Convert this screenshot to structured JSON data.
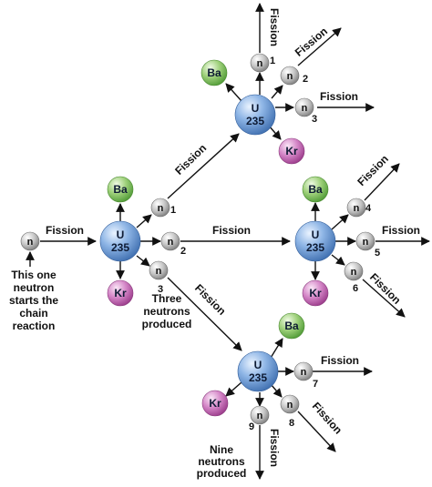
{
  "labels": {
    "neutron": "n",
    "uranium_top": "U",
    "uranium_bottom": "235",
    "barium": "Ba",
    "krypton": "Kr",
    "fission": "Fission"
  },
  "neutron_numbers": [
    "1",
    "2",
    "3",
    "4",
    "5",
    "6",
    "7",
    "8",
    "9"
  ],
  "top_neutron_numbers": [
    "1",
    "2",
    "3"
  ],
  "annotations": {
    "start": [
      "This one",
      "neutron",
      "starts the",
      "chain",
      "reaction"
    ],
    "three": [
      "Three",
      "neutrons",
      "produced"
    ],
    "nine": [
      "Nine",
      "neutrons",
      "produced"
    ]
  },
  "colors": {
    "uranium": "#6f9fd8",
    "barium": "#8cc46a",
    "krypton": "#c869b8",
    "neutron": "#b5b5b5"
  }
}
